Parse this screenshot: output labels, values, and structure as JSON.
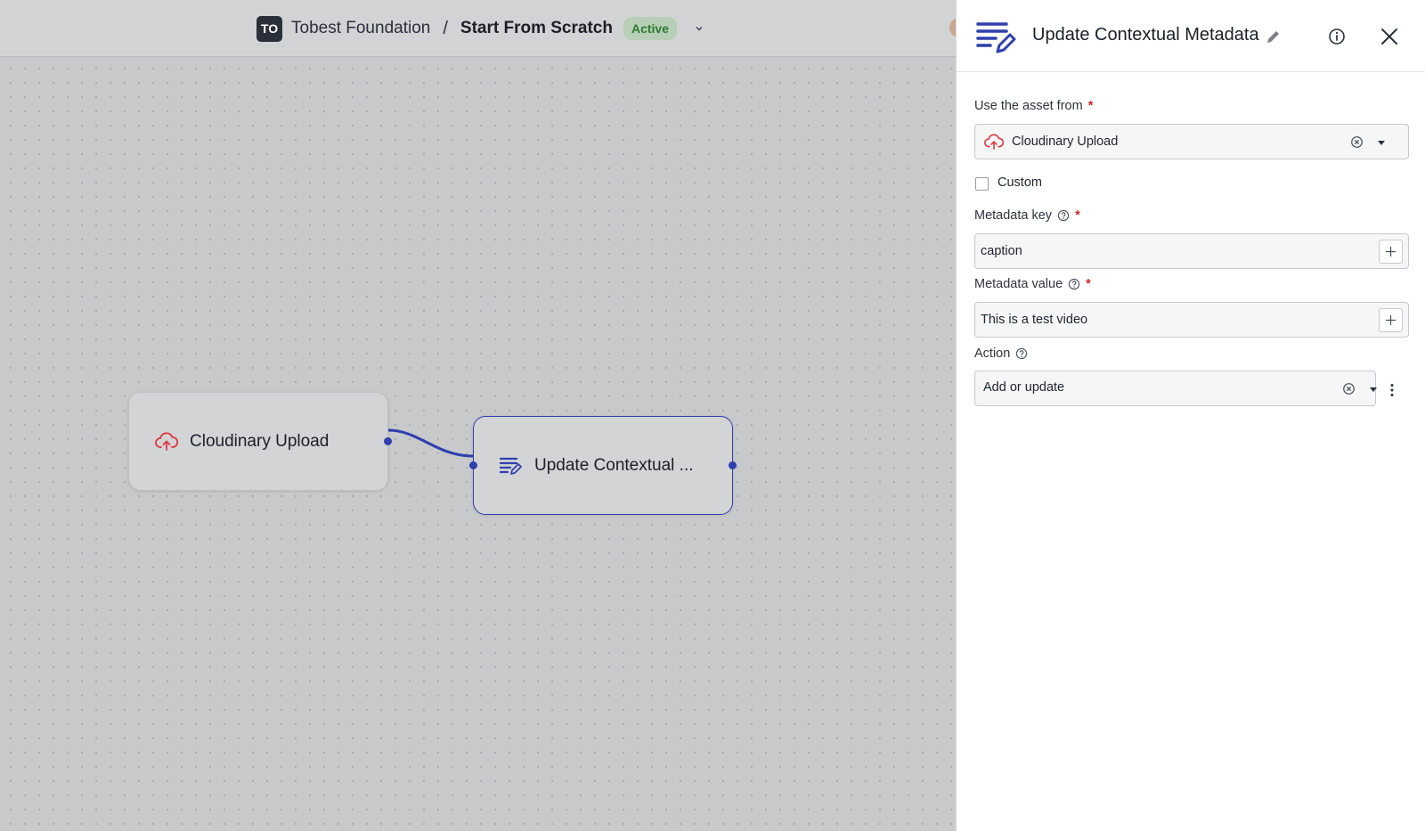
{
  "header": {
    "org_initials": "TO",
    "org_name": "Tobest Foundation",
    "separator": "/",
    "flow_name": "Start From Scratch",
    "status": "Active"
  },
  "canvas": {
    "nodes": [
      {
        "label": "Cloudinary Upload",
        "icon": "cloud-upload-icon"
      },
      {
        "label": "Update Contextual ...",
        "icon": "metadata-edit-icon"
      }
    ]
  },
  "panel": {
    "title": "Update Contextual Metadata",
    "asset_field": {
      "label": "Use the asset from",
      "required_mark": "*",
      "value": "Cloudinary Upload"
    },
    "custom_checkbox": {
      "label": "Custom",
      "checked": false
    },
    "metadata_key": {
      "label": "Metadata key",
      "required_mark": "*",
      "value": "caption"
    },
    "metadata_value": {
      "label": "Metadata value",
      "required_mark": "*",
      "value": "This is a test video"
    },
    "action": {
      "label": "Action",
      "value": "Add or update"
    }
  },
  "colors": {
    "accent": "#2f3fae",
    "active_badge_bg": "#b7cfb6",
    "active_badge_text": "#2e7a31",
    "upload_icon": "#e0373d",
    "required": "#d0242b"
  }
}
